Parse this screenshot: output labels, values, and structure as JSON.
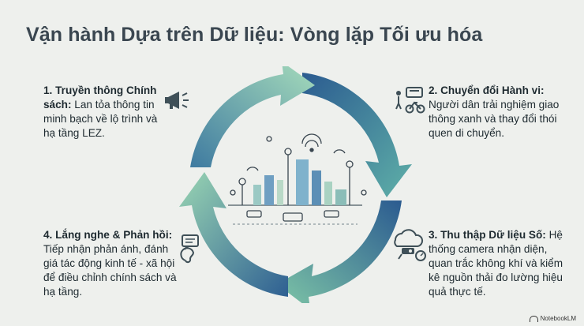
{
  "title": "Vận hành Dựa trên Dữ liệu: Vòng lặp Tối ưu hóa",
  "steps": [
    {
      "head": "1. Truyền thông Chính sách:",
      "body": " Lan tỏa thông tin minh bạch về lộ trình và hạ tầng LEZ.",
      "icon": "megaphone-icon"
    },
    {
      "head": "2. Chuyển đổi Hành vi:",
      "body": " Người dân trải nghiệm giao thông xanh và thay đổi thói quen di chuyển.",
      "icon": "bus-bicycle-icon"
    },
    {
      "head": "3. Thu thập Dữ liệu Số:",
      "body": " Hệ thống camera nhận diện, quan trắc không khí và kiểm kê nguồn thải đo lường hiệu quả thực tế.",
      "icon": "camera-sensor-icon"
    },
    {
      "head": "4. Lắng nghe & Phản hồi:",
      "body": " Tiếp nhận phản ánh, đánh giá tác động kinh tế - xã hội để điều chỉnh chính sách và hạ tầng.",
      "icon": "feedback-icon"
    }
  ],
  "brand": "NotebookLM",
  "colors": {
    "arrow_blue": "#2d5f93",
    "arrow_green": "#8fd1ae",
    "title": "#3a4650",
    "background": "#eef0ed"
  }
}
